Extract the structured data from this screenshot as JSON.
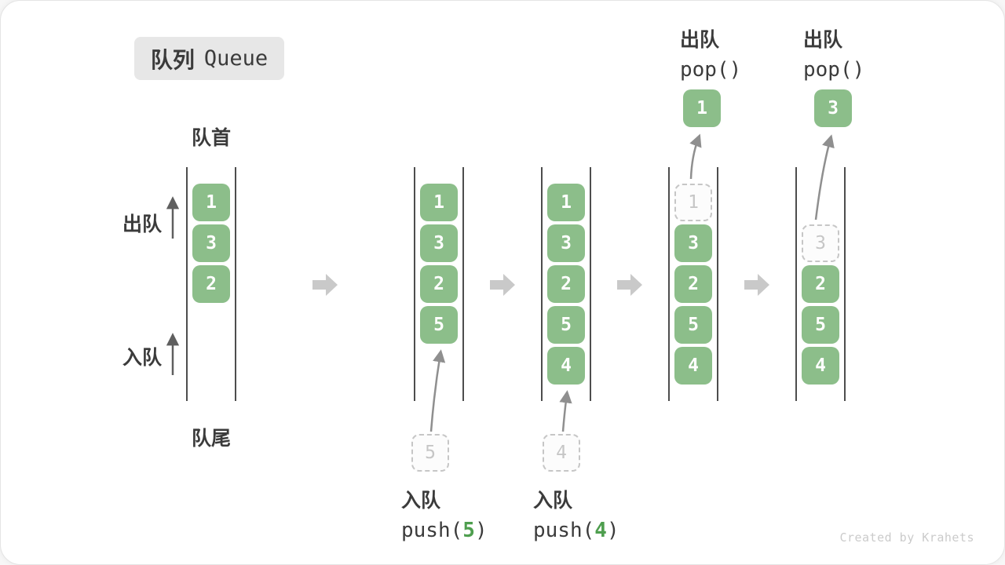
{
  "title": {
    "zh": "队列",
    "en": "Queue"
  },
  "side_labels": {
    "front": "队首",
    "rear": "队尾",
    "dequeue": "出队",
    "enqueue": "入队"
  },
  "columns": [
    {
      "cells": [
        {
          "value": "1",
          "style": "solid"
        },
        {
          "value": "3",
          "style": "solid"
        },
        {
          "value": "2",
          "style": "solid"
        }
      ]
    },
    {
      "cells": [
        {
          "value": "1",
          "style": "solid"
        },
        {
          "value": "3",
          "style": "solid"
        },
        {
          "value": "2",
          "style": "solid"
        },
        {
          "value": "5",
          "style": "solid"
        }
      ]
    },
    {
      "cells": [
        {
          "value": "1",
          "style": "solid"
        },
        {
          "value": "3",
          "style": "solid"
        },
        {
          "value": "2",
          "style": "solid"
        },
        {
          "value": "5",
          "style": "solid"
        },
        {
          "value": "4",
          "style": "solid"
        }
      ]
    },
    {
      "cells": [
        {
          "value": "1",
          "style": "dashed"
        },
        {
          "value": "3",
          "style": "solid"
        },
        {
          "value": "2",
          "style": "solid"
        },
        {
          "value": "5",
          "style": "solid"
        },
        {
          "value": "4",
          "style": "solid"
        }
      ]
    },
    {
      "cells": [
        {
          "value": "",
          "style": "empty"
        },
        {
          "value": "3",
          "style": "dashed"
        },
        {
          "value": "2",
          "style": "solid"
        },
        {
          "value": "5",
          "style": "solid"
        },
        {
          "value": "4",
          "style": "solid"
        }
      ]
    }
  ],
  "push_ops": [
    {
      "zh": "入队",
      "fn": "push(",
      "arg": "5",
      "close": ")",
      "staged_value": "5"
    },
    {
      "zh": "入队",
      "fn": "push(",
      "arg": "4",
      "close": ")",
      "staged_value": "4"
    }
  ],
  "pop_ops": [
    {
      "zh": "出队",
      "code": "pop()",
      "popped_value": "1"
    },
    {
      "zh": "出队",
      "code": "pop()",
      "popped_value": "3"
    }
  ],
  "watermark": "Created by Krahets",
  "colors": {
    "cell_green": "#8cbe8a",
    "accent_green": "#4e9e4e",
    "text_dark": "#3b3b3b",
    "line_dark": "#4d4d4d",
    "dash_gray": "#c6c6c6",
    "arrow_gray": "#8f8f8f",
    "arrow_dark": "#5f5f5f",
    "big_arrow_gray": "#c9c9c9",
    "panel_gray": "#e7e7e7",
    "watermark_gray": "#cbcbcb"
  }
}
